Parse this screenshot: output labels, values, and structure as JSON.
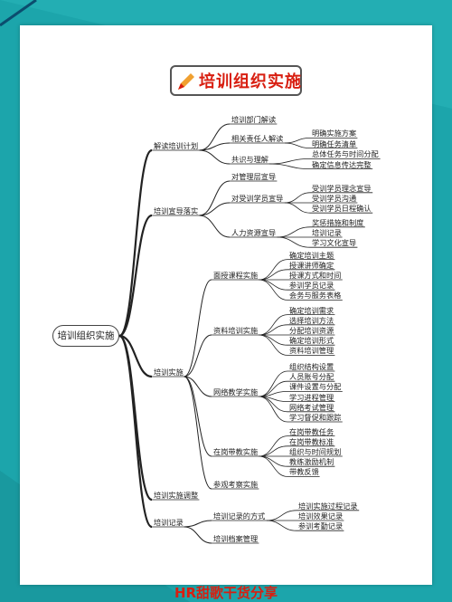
{
  "title": "培训组织实施",
  "root": "培训组织实施",
  "footer": "HR甜歌干货分享",
  "colors": {
    "background": "#1ca5ab",
    "title_text": "#d81e10",
    "pencil_icon": "#f0a030",
    "line": "#222222"
  },
  "icons": {
    "title_icon": "pencil-icon"
  },
  "branches": [
    {
      "label": "解读培训计划",
      "children": [
        {
          "label": "培训部门解读"
        },
        {
          "label": "相关责任人解读",
          "children": [
            "明确实施方案",
            "明确任务清单"
          ]
        },
        {
          "label": "共识与理解",
          "children": [
            "总体任务与时间分配",
            "确定信息传达完整"
          ]
        }
      ]
    },
    {
      "label": "培训宣导落实",
      "children": [
        {
          "label": "对管理层宣导"
        },
        {
          "label": "对受训学员宣导",
          "children": [
            "受训学员理念宣导",
            "受训学员沟通",
            "受训学员日程确认"
          ]
        },
        {
          "label": "人力资源宣导",
          "children": [
            "奖惩措施和制度",
            "培训记录",
            "学习文化宣导"
          ]
        }
      ]
    },
    {
      "label": "培训实施",
      "children": [
        {
          "label": "面授课程实施",
          "children": [
            "确定培训主题",
            "授课讲师确定",
            "授课方式和时间",
            "参训学员记录",
            "会务与服务表格"
          ]
        },
        {
          "label": "资料培训实施",
          "children": [
            "确定培训需求",
            "选择培训方法",
            "分配培训资源",
            "确定培训形式",
            "资料培训管理"
          ]
        },
        {
          "label": "网络教学实施",
          "children": [
            "组织结构设置",
            "人员账号分配",
            "课件设置与分配",
            "学习进程管理",
            "网络考试管理",
            "学习督促和跟踪"
          ]
        },
        {
          "label": "在岗带教实施",
          "children": [
            "在岗带教任务",
            "在岗带教标准",
            "组织与时间规划",
            "教练激励机制",
            "带教反馈"
          ]
        },
        {
          "label": "参观考察实施"
        }
      ]
    },
    {
      "label": "培训实施调整"
    },
    {
      "label": "培训记录",
      "children": [
        {
          "label": "培训记录的方式",
          "children": [
            "培训实施过程记录",
            "培训效果记录",
            "参训考勤记录"
          ]
        },
        {
          "label": "培训档案管理"
        }
      ]
    }
  ]
}
